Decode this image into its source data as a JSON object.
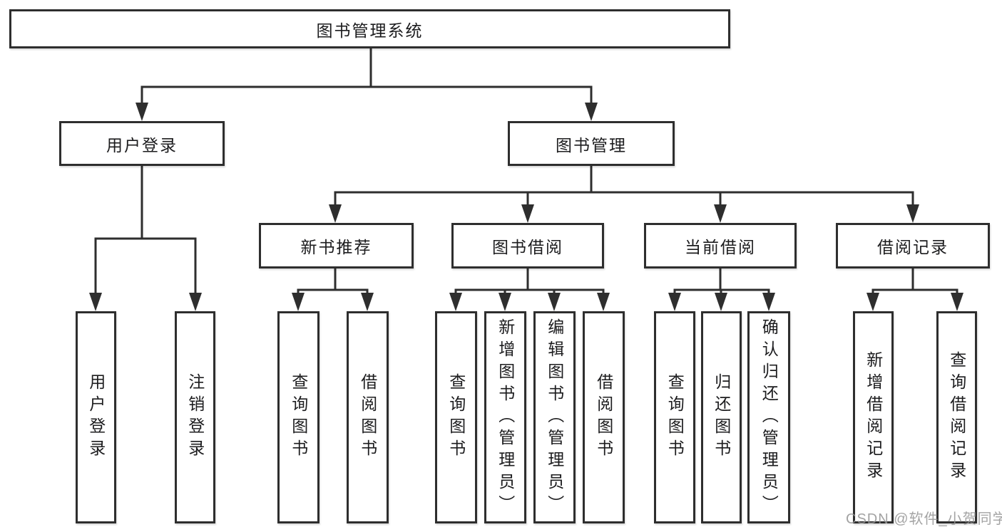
{
  "colors": {
    "line": "#2e2e2e",
    "text": "#1c1c1e",
    "watermark_gray": "#949494",
    "background": "#ffffff"
  },
  "tree": {
    "root": "图书管理系统",
    "login": {
      "label": "用户登录",
      "leaves": [
        "用户登录",
        "注销登录"
      ]
    },
    "management": {
      "label": "图书管理",
      "sections": [
        {
          "label": "新书推荐",
          "leaves": [
            "查询图书",
            "借阅图书"
          ]
        },
        {
          "label": "图书借阅",
          "leaves": [
            "查询图书",
            "新增图书（管理员）",
            "编辑图书（管理员）",
            "借阅图书"
          ]
        },
        {
          "label": "当前借阅",
          "leaves": [
            "查询图书",
            "归还图书",
            "确认归还（管理员）"
          ]
        },
        {
          "label": "借阅记录",
          "leaves": [
            "新增借阅记录",
            "查询借阅记录"
          ]
        }
      ]
    }
  },
  "watermark": {
    "text": "CSDN @软件_小贺同学"
  }
}
